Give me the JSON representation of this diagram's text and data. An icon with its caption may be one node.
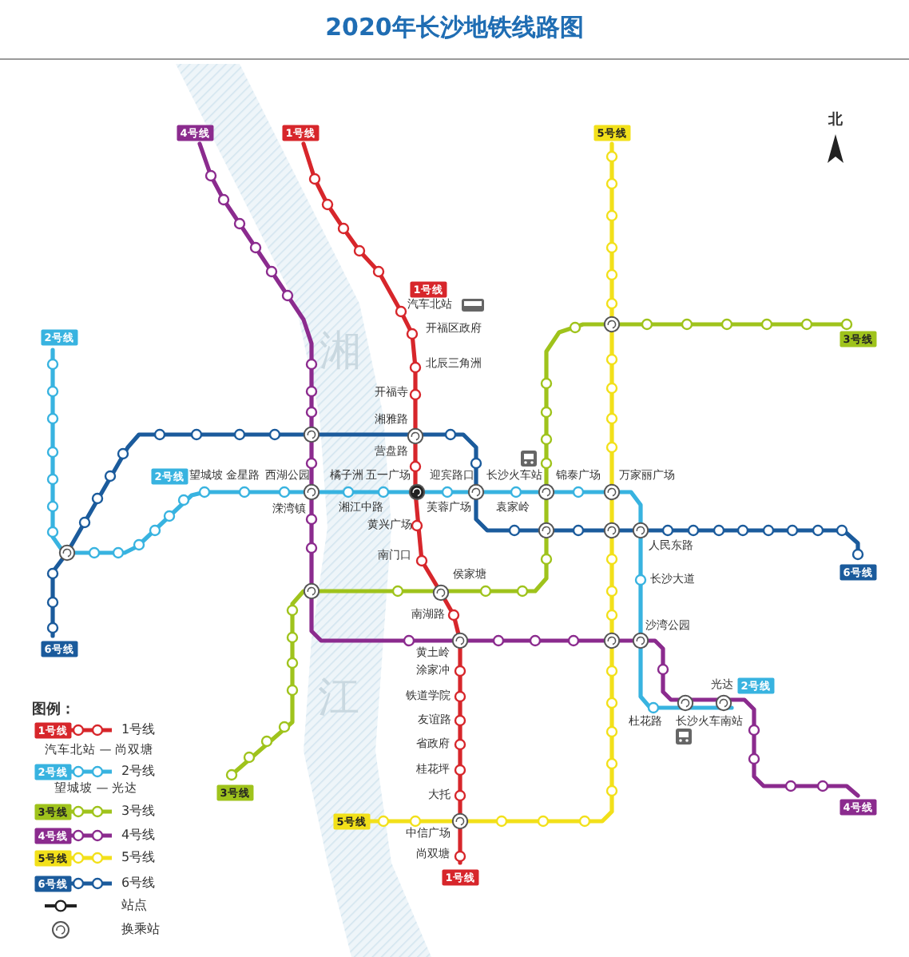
{
  "diagram": {
    "title": "2020年长沙地铁线路图",
    "labels": [
      "4号线",
      "1号线",
      "5号线",
      "北",
      "1号线",
      "汽车北站",
      "开福区政府",
      "2号线",
      "3号线",
      "湘",
      "北辰三角洲",
      "开福寺",
      "湘雅路",
      "营盘路",
      "2号线",
      "望城坡",
      "金星路",
      "西湖公园",
      "橘子洲",
      "五一广场",
      "迎宾路口",
      "长沙火车站",
      "锦泰广场",
      "万家丽广场",
      "溁湾镇",
      "湘江中路",
      "芙蓉广场",
      "袁家岭",
      "黄兴广场",
      "南门口",
      "人民东路",
      "侯家塘",
      "6号线",
      "长沙大道",
      "南湖路",
      "沙湾公园",
      "6号线",
      "黄土岭",
      "涂家冲",
      "光达",
      "2号线",
      "铁道学院",
      "江",
      "图例：",
      "1号线",
      "友谊路",
      "杜花路",
      "长沙火车南站",
      "省政府",
      "汽车北站 — 尚双塘",
      "2号线",
      "桂花坪",
      "望城坡 — 光达",
      "3号线",
      "大托",
      "4号线",
      "3号线",
      "4号线",
      "5号线",
      "中信广场",
      "尚双塘",
      "5号线",
      "1号线",
      "6号线"
    ],
    "legend": [
      {
        "text": "1号线"
      },
      {
        "text": "2号线"
      },
      {
        "text": "3号线"
      },
      {
        "text": "4号线"
      },
      {
        "text": "5号线"
      },
      {
        "text": "6号线"
      },
      {
        "text": "站点"
      },
      {
        "text": "换乘站"
      }
    ]
  }
}
